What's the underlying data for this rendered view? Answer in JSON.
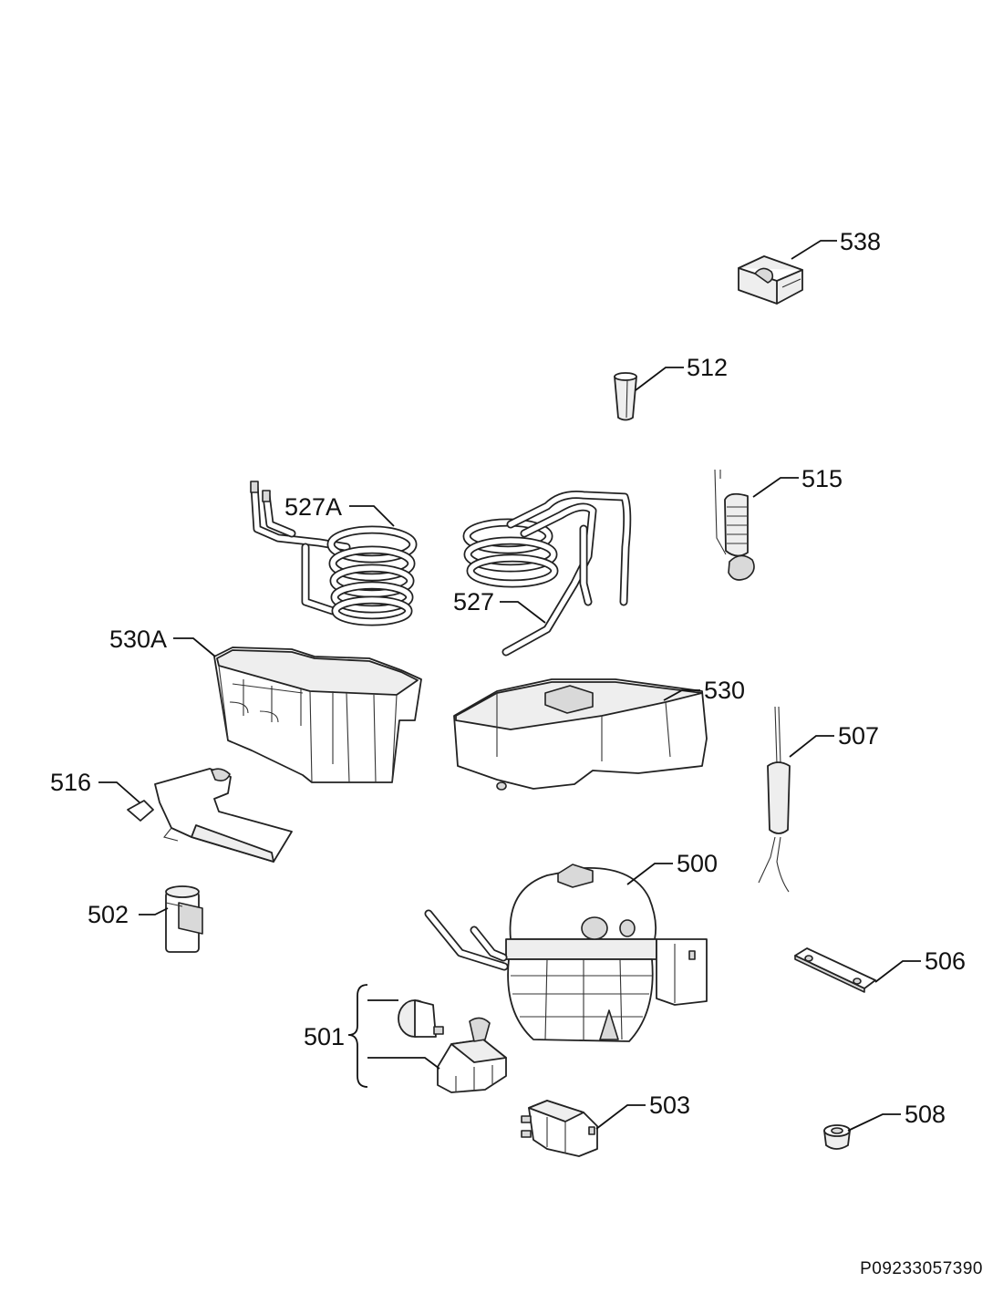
{
  "diagram": {
    "parts": [
      {
        "id": "p538",
        "label": "538"
      },
      {
        "id": "p512",
        "label": "512"
      },
      {
        "id": "p515",
        "label": "515"
      },
      {
        "id": "p527A",
        "label": "527A"
      },
      {
        "id": "p527",
        "label": "527"
      },
      {
        "id": "p530A",
        "label": "530A"
      },
      {
        "id": "p530",
        "label": "530"
      },
      {
        "id": "p507",
        "label": "507"
      },
      {
        "id": "p516",
        "label": "516"
      },
      {
        "id": "p500",
        "label": "500"
      },
      {
        "id": "p502",
        "label": "502"
      },
      {
        "id": "p506",
        "label": "506"
      },
      {
        "id": "p501",
        "label": "501"
      },
      {
        "id": "p503",
        "label": "503"
      },
      {
        "id": "p508",
        "label": "508"
      }
    ],
    "reference_code": "P09233057390"
  }
}
